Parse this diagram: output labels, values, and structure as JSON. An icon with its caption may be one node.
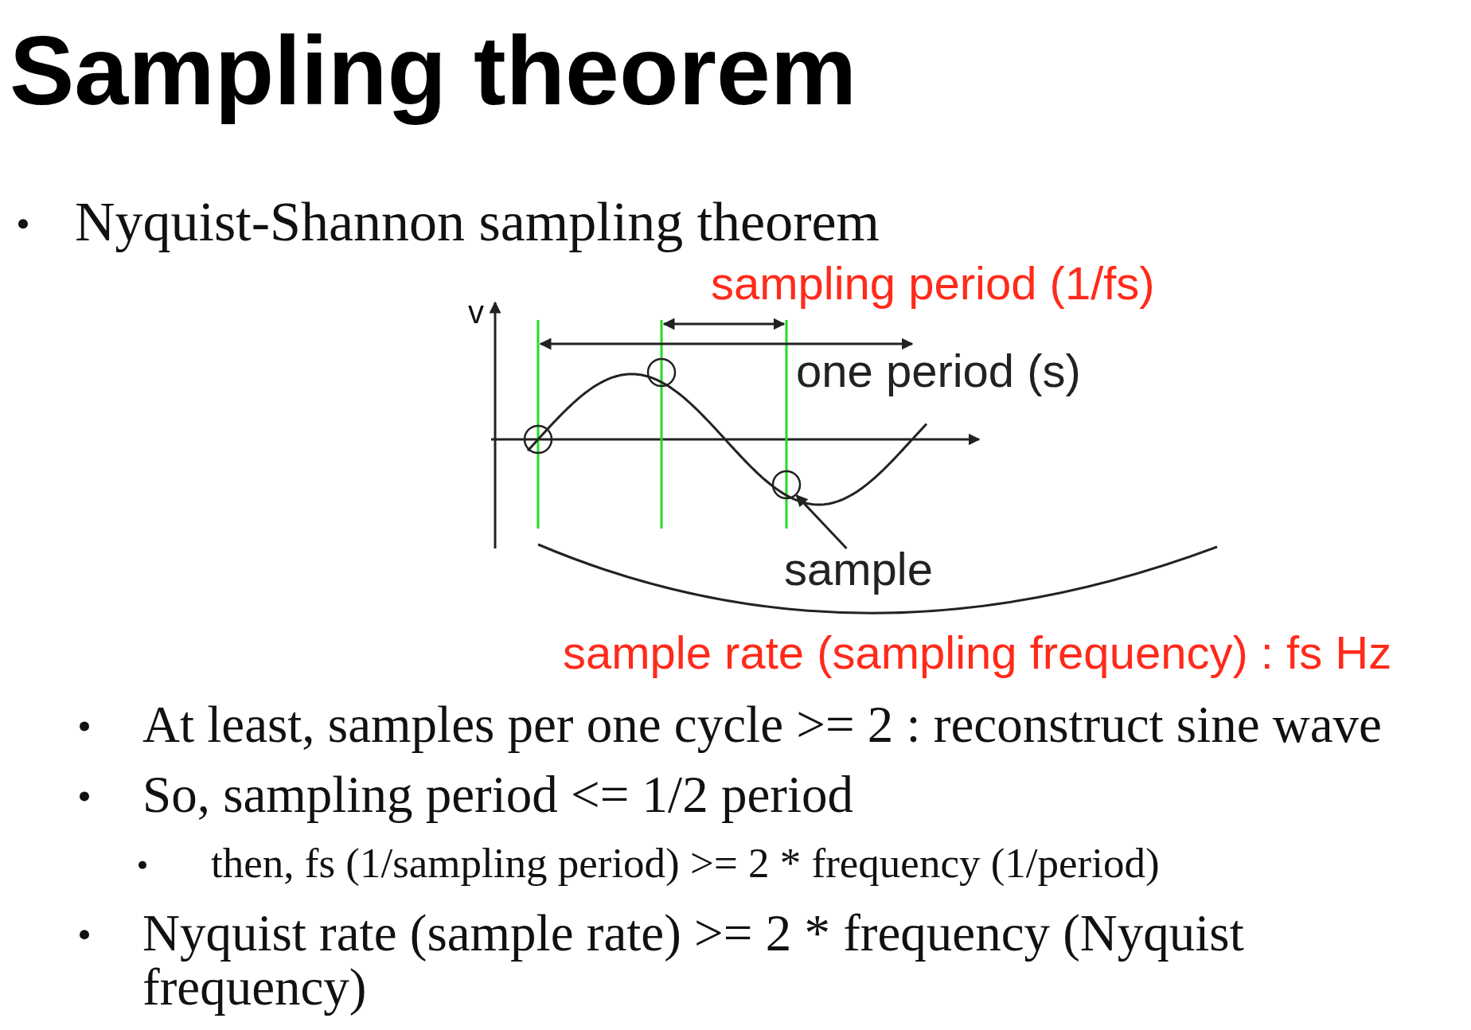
{
  "diagram": {
    "title": "Sampling theorem",
    "nodes": [
      {
        "text": [
          "sample"
        ]
      },
      {
        "text": [],
        "shape": "circle"
      },
      {
        "text": [],
        "shape": "circle"
      },
      {
        "text": [],
        "shape": "circle"
      }
    ],
    "edges": [
      {
        "from": 0,
        "to": 3,
        "arrow": "to"
      }
    ],
    "labels": [
      "Nyquist-Shannon sampling theorem",
      "v",
      "sampling period (1/fs)",
      "one period (s)",
      "sample rate (sampling frequency) : fs Hz",
      "At least, samples per one cycle >= 2 : reconstruct sine wave",
      "So, sampling period <= 1/2 period",
      "then, fs (1/sampling period) >= 2 * frequency (1/period)",
      "Nyquist rate (sample rate) >= 2 * frequency (Nyquist frequency)"
    ]
  }
}
